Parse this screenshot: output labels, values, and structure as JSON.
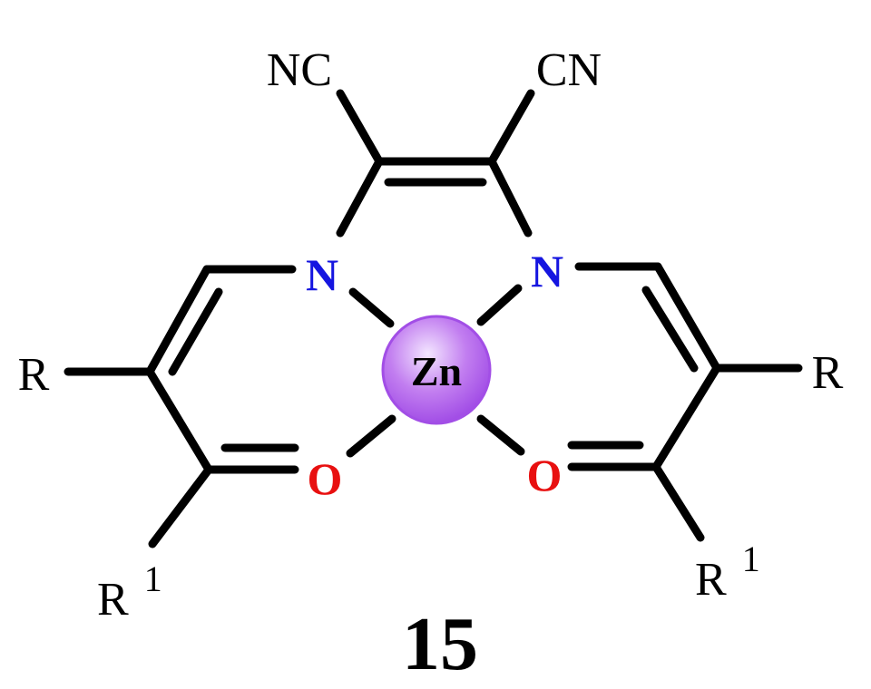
{
  "structure": {
    "substituents": {
      "nc_left": "NC",
      "cn_right": "CN",
      "r_left": "R",
      "r_right": "R",
      "r1_left": {
        "base": "R",
        "sup": "1"
      },
      "r1_right": {
        "base": "R",
        "sup": "1"
      }
    },
    "atoms": {
      "n_left": "N",
      "n_right": "N",
      "o_left": "O",
      "o_right": "O",
      "metal": "Zn"
    },
    "compound_number": "15"
  },
  "colors": {
    "bond": "#000000",
    "nitrogen": "#1515e0",
    "oxygen": "#e81010",
    "metal_light": "#f3e6ff",
    "metal_mid": "#c27ef0",
    "metal_dark": "#a24ee6"
  }
}
